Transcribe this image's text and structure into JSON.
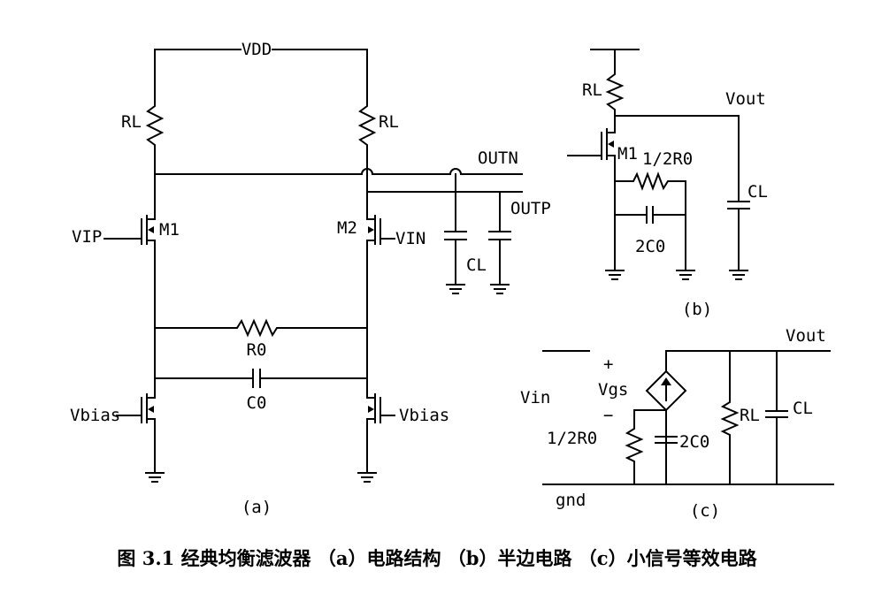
{
  "diagram_a": {
    "vdd": "VDD",
    "rl_left": "RL",
    "rl_right": "RL",
    "outn": "OUTN",
    "outp": "OUTP",
    "vip": "VIP",
    "m1": "M1",
    "m2": "M2",
    "vin": "VIN",
    "cl": "CL",
    "r0": "R0",
    "c0": "C0",
    "vbias_left": "Vbias",
    "vbias_right": "Vbias",
    "label": "(a)"
  },
  "diagram_b": {
    "rl": "RL",
    "vout": "Vout",
    "m1": "M1",
    "half_r0": "1/2R0",
    "cl": "CL",
    "two_c0": "2C0",
    "label": "(b)"
  },
  "diagram_c": {
    "vout": "Vout",
    "plus": "+",
    "vgs": "Vgs",
    "minus": "−",
    "vin": "Vin",
    "half_r0": "1/2R0",
    "two_c0": "2C0",
    "rl": "RL",
    "cl": "CL",
    "gnd": "gnd",
    "label": "(c)"
  },
  "caption": "图 3.1 经典均衡滤波器 （a）电路结构 （b）半边电路 （c）小信号等效电路"
}
